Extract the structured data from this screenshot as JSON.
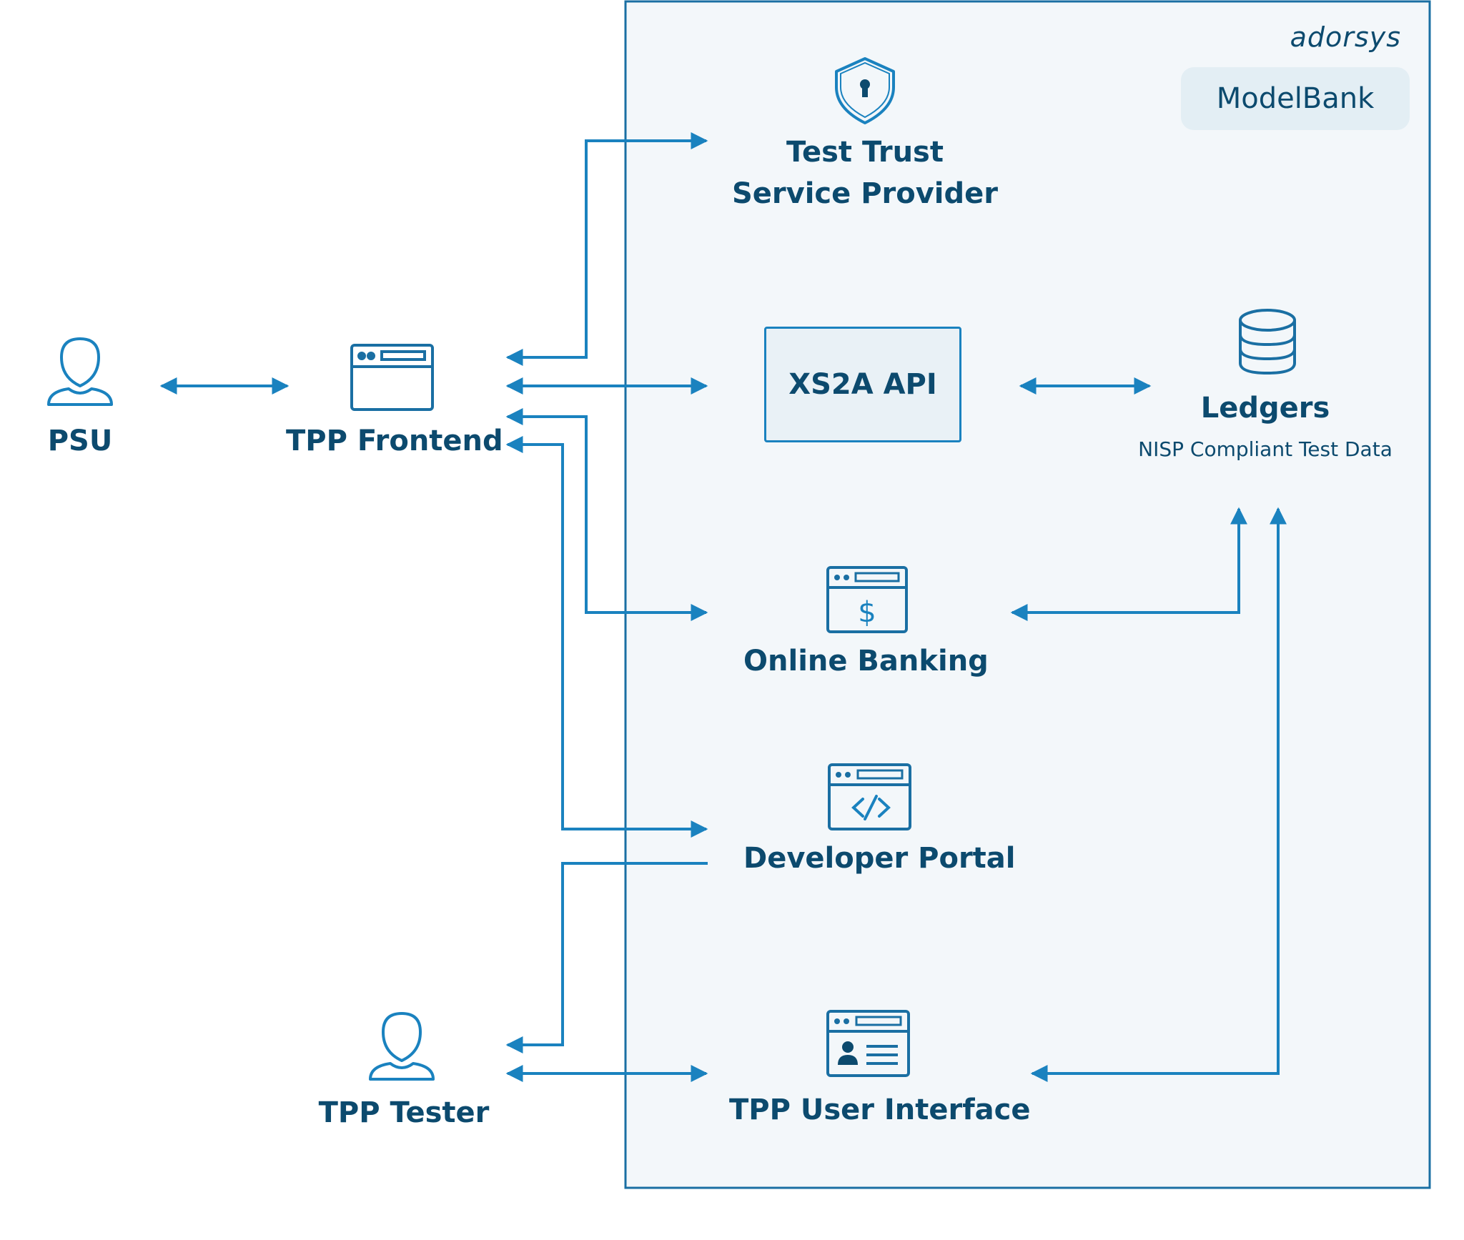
{
  "brand": {
    "logo_text": "adorsys",
    "product": "ModelBank"
  },
  "nodes": {
    "psu": "PSU",
    "tpp_frontend": "TPP Frontend",
    "tpp_tester": "TPP Tester",
    "ttsp_line1": "Test Trust",
    "ttsp_line2": "Service Provider",
    "xs2a_api": "XS2A API",
    "ledgers": "Ledgers",
    "ledgers_sub": "NISP Compliant Test Data",
    "online_banking": "Online Banking",
    "developer_portal": "Developer Portal",
    "tpp_ui": "TPP User Interface"
  },
  "icons": {
    "psu": "user-icon",
    "tpp_frontend": "browser-window-icon",
    "tpp_tester": "user-icon",
    "ttsp": "shield-lock-icon",
    "ledgers": "database-icon",
    "online_banking": "browser-dollar-icon",
    "developer_portal": "browser-code-icon",
    "tpp_ui": "browser-id-card-icon"
  },
  "colors": {
    "accent": "#1a82bf",
    "text": "#0c4a6e",
    "panel_bg": "#f3f7fa",
    "panel_border": "#1a6fa3"
  }
}
